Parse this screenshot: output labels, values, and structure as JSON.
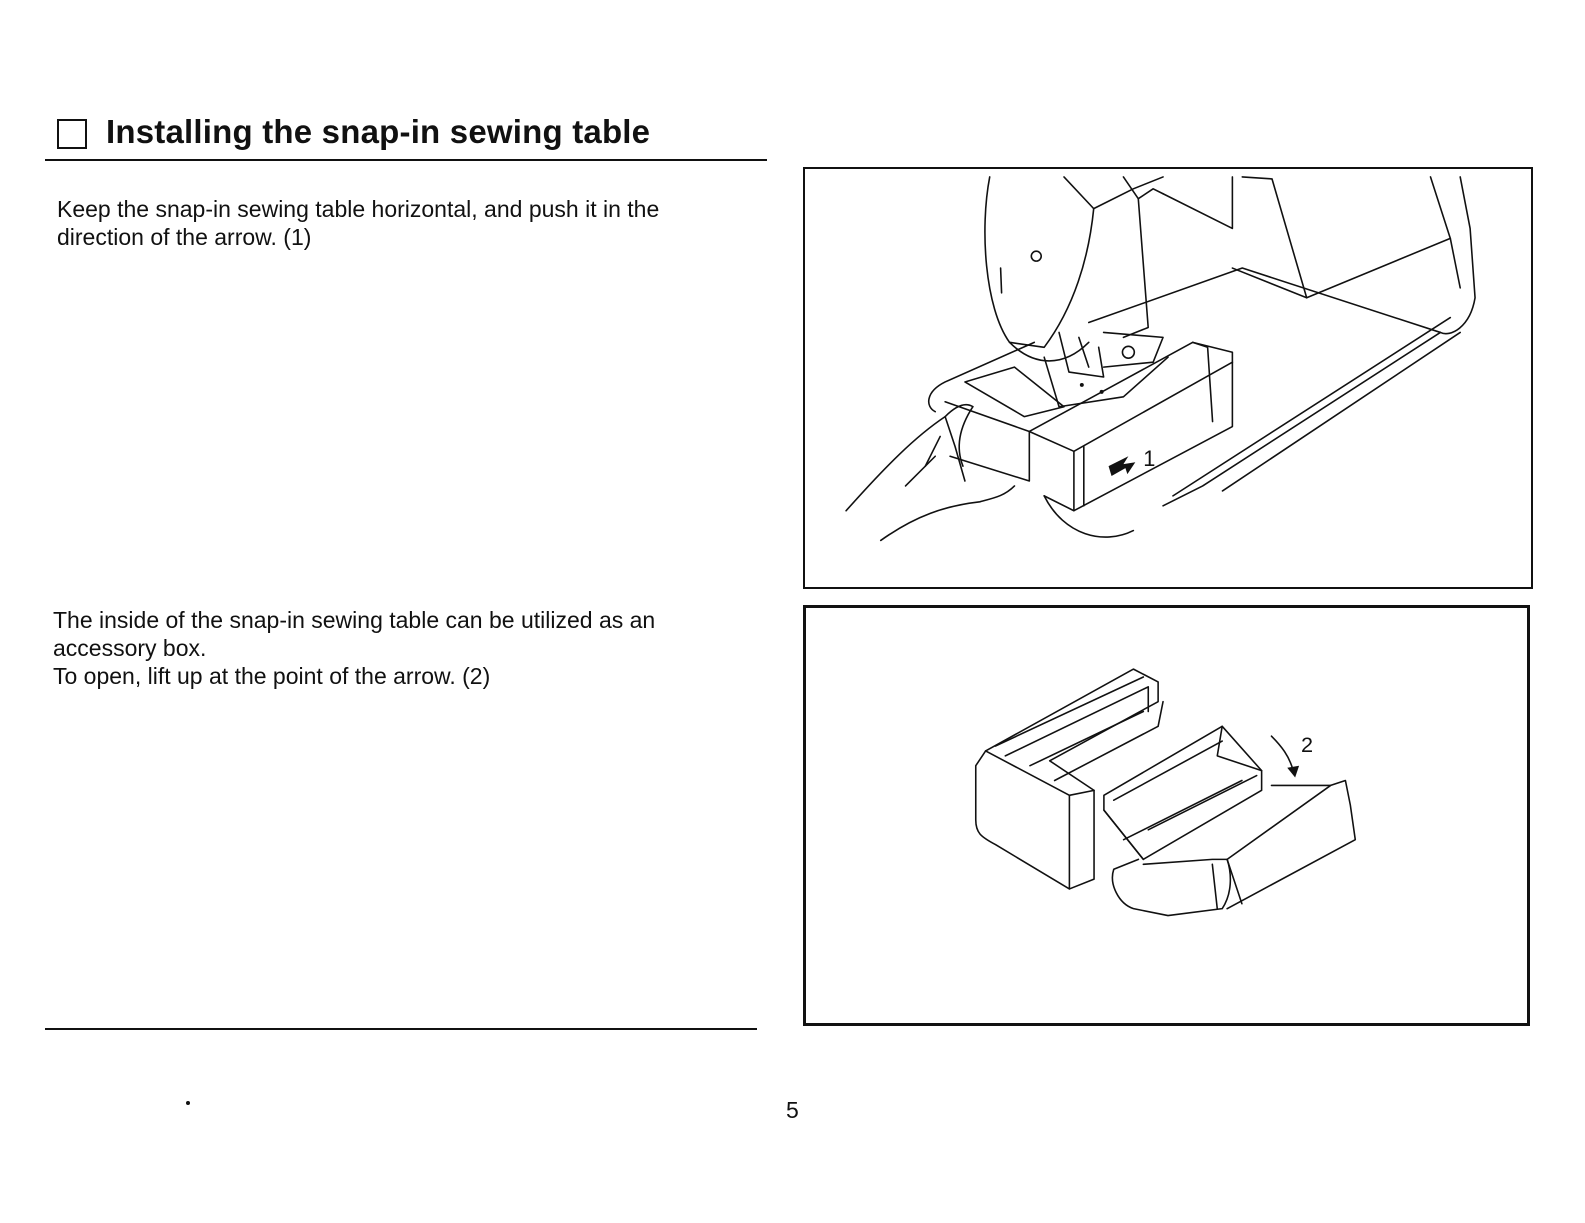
{
  "heading": {
    "title": "Installing the snap-in sewing table"
  },
  "paragraphs": {
    "p1_line1": "Keep the snap-in sewing table horizontal, and push it in the",
    "p1_line2": "direction of the arrow. (1)",
    "p2_line1": "The inside of the snap-in sewing table can be utilized as an",
    "p2_line2": "accessory box.",
    "p2_line3": "To open, lift up at the point of the arrow. (2)"
  },
  "figures": {
    "fig1_label": "1",
    "fig2_label": "2"
  },
  "footer": {
    "page_number": "5"
  }
}
